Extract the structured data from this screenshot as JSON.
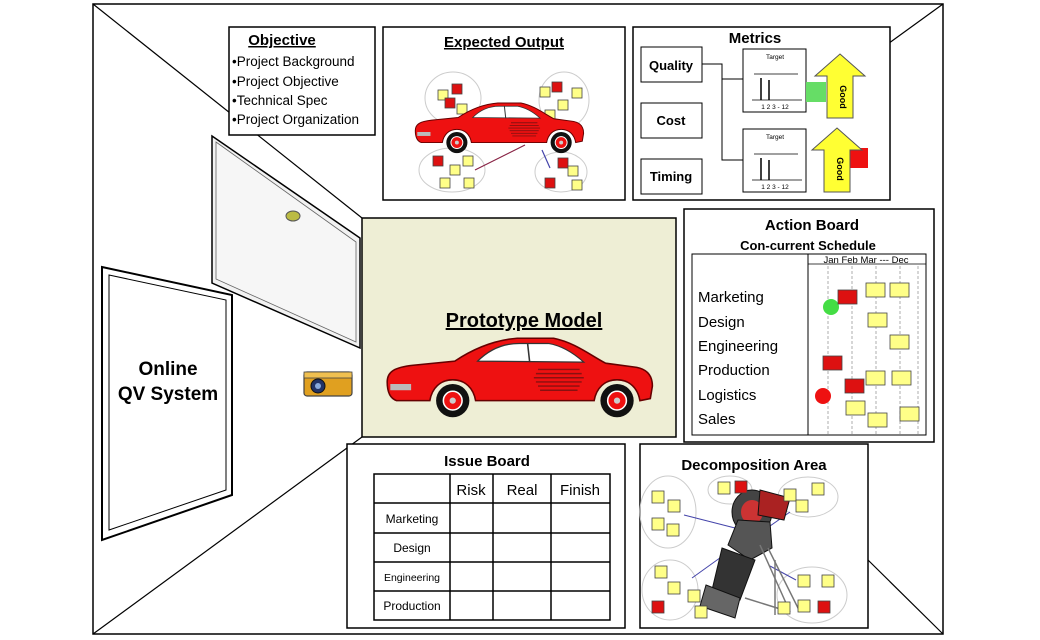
{
  "objective": {
    "title": "Objective",
    "items": [
      "•Project Background",
      "•Project Objective",
      "•Technical Spec",
      "•Project Organization"
    ]
  },
  "expected_output": {
    "title": "Expected Output"
  },
  "metrics": {
    "title": "Metrics",
    "labels": [
      "Quality",
      "Cost",
      "Timing"
    ],
    "chart_title": "Target",
    "chart_axis": "1  2  3 - 12",
    "arrow_label": "Good",
    "colors": {
      "status_good": "#66dd66",
      "status_bad": "#ee1111",
      "arrow": "#ffff33"
    }
  },
  "prototype": {
    "title": "Prototype Model",
    "background": "#eeeed5"
  },
  "online_qv": {
    "line1": "Online",
    "line2": "QV System"
  },
  "action_board": {
    "title": "Action Board",
    "subtitle": "Con-current Schedule",
    "months_label": "Jan  Feb  Mar --- Dec",
    "rows": [
      "Marketing",
      "Design",
      "Engineering",
      "Production",
      "Logistics",
      "Sales"
    ]
  },
  "issue_board": {
    "title": "Issue Board",
    "columns": [
      "Risk",
      "Real",
      "Finish"
    ],
    "rows": [
      "Marketing",
      "Design",
      "Engineering",
      "Production"
    ]
  },
  "decomposition": {
    "title": "Decomposition Area"
  },
  "colors": {
    "car": "#ee1111",
    "note_yellow": "#ffff88",
    "note_red": "#dd1111"
  }
}
